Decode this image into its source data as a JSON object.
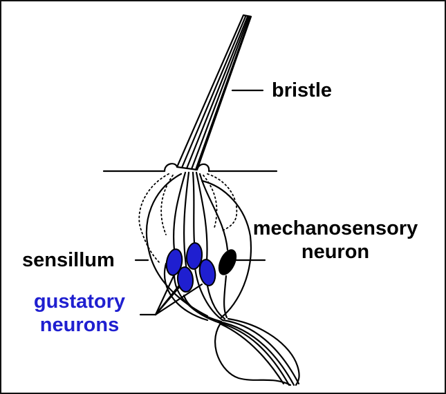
{
  "labels": {
    "bristle": "bristle",
    "mechanosensory_line1": "mechanosensory",
    "mechanosensory_line2": "neuron",
    "sensillum": "sensillum",
    "gustatory_line1": "gustatory",
    "gustatory_line2": "neurons"
  },
  "colors": {
    "gustatory_neuron_fill": "#1f1fd0",
    "mechanosensory_neuron_fill": "#000000",
    "gustatory_label": "#1f1fd0",
    "line": "#000000"
  }
}
